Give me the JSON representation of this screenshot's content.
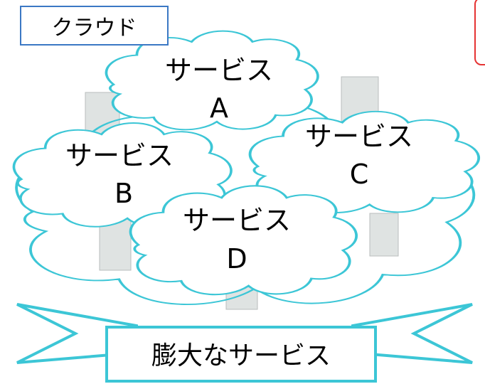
{
  "diagram": {
    "cloud_label": "クラウド",
    "banner_label": "膨大なサービス",
    "services": [
      {
        "line1": "サービス",
        "line2": "A"
      },
      {
        "line1": "サービス",
        "line2": "B"
      },
      {
        "line1": "サービス",
        "line2": "C"
      },
      {
        "line1": "サービス",
        "line2": "D"
      }
    ],
    "colors": {
      "cloud_outline": "#3cc6d6",
      "label_border": "#3b78c4",
      "corner_border": "#e53333",
      "server": "#dfe3e2"
    }
  }
}
